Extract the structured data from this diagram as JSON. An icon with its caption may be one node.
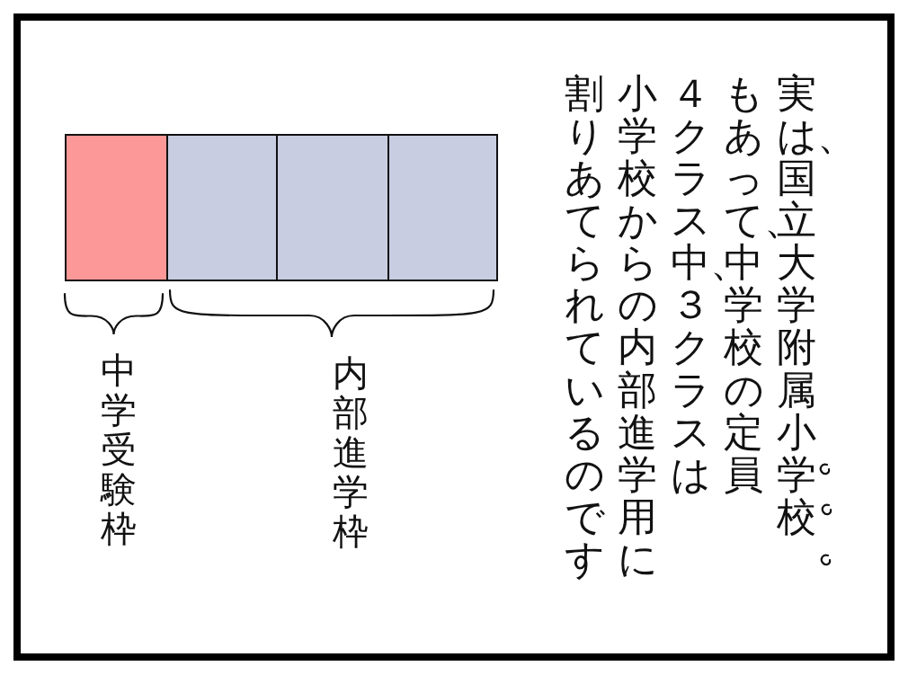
{
  "diagram": {
    "nodes": [
      {
        "text": [],
        "shape": "box"
      },
      {
        "text": [],
        "shape": "box"
      },
      {
        "text": [],
        "shape": "box"
      },
      {
        "text": [],
        "shape": "box"
      }
    ],
    "labels": [
      "中学受験枠",
      "内部進学枠",
      "実は、国立大学附属小学校もあって、中学校の定員４クラス中、３クラスは小学校からの内部進学用に割りあてられているのです"
    ]
  }
}
